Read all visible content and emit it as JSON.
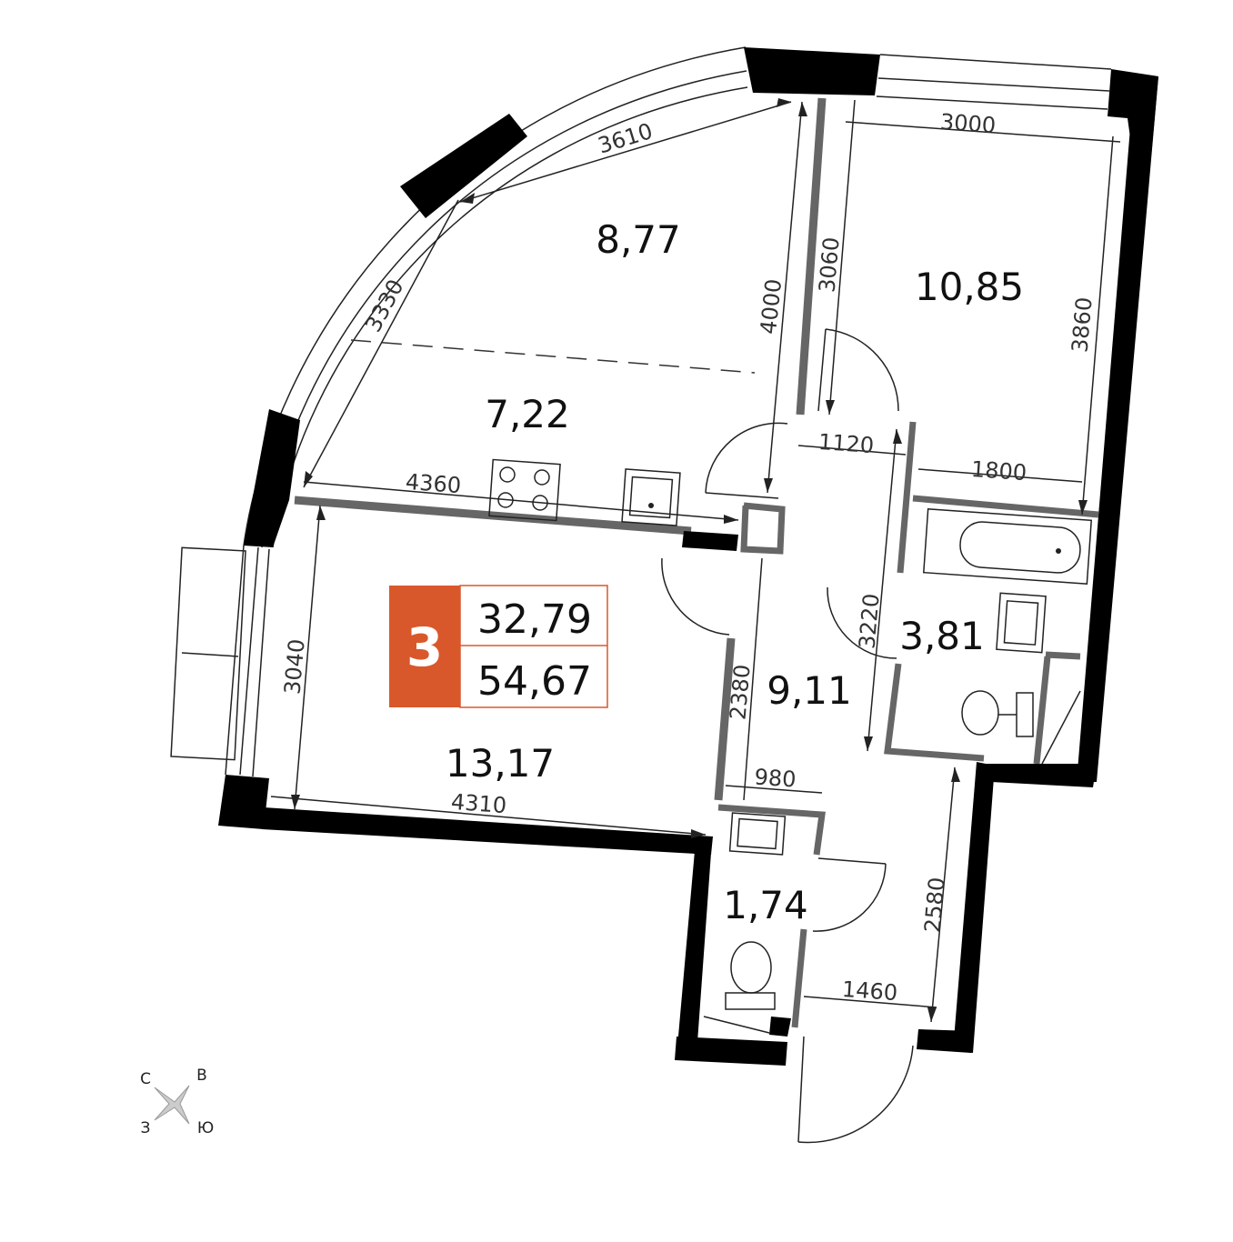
{
  "apartment": {
    "rooms_count": "3",
    "living_area": "32,79",
    "total_area": "54,67",
    "accent_color": "#D9582B"
  },
  "rooms": {
    "bedroom_upper": "8,77",
    "kitchen": "7,22",
    "bedroom_right": "10,85",
    "living": "13,17",
    "hall": "9,11",
    "bathroom": "3,81",
    "wc": "1,74"
  },
  "dimensions": {
    "d3610": "3610",
    "d3000": "3000",
    "d3330": "3330",
    "d4000": "4000",
    "d3060": "3060",
    "d3860": "3860",
    "d1120": "1120",
    "d1800": "1800",
    "d4360": "4360",
    "d3040": "3040",
    "d3220": "3220",
    "d2380": "2380",
    "d980": "980",
    "d4310": "4310",
    "d2580": "2580",
    "d1460": "1460"
  },
  "compass": {
    "n": "С",
    "e": "В",
    "w": "З",
    "s": "Ю"
  }
}
